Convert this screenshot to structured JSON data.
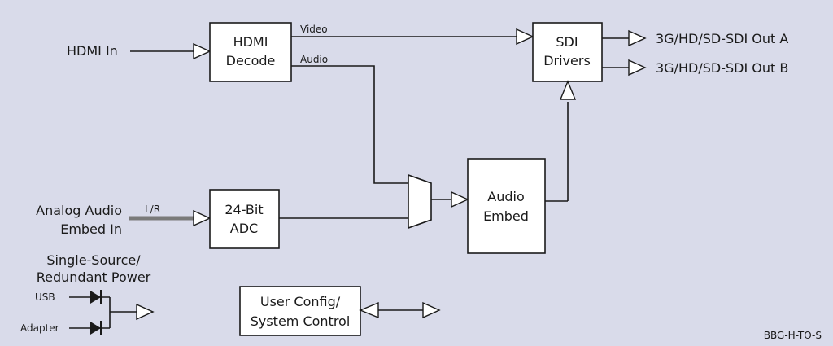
{
  "inputs": {
    "hdmi_in": "HDMI In",
    "analog_line1": "Analog Audio",
    "analog_line2": "Embed In",
    "lr": "L/R"
  },
  "blocks": {
    "hdmi_decode": [
      "HDMI",
      "Decode"
    ],
    "adc": [
      "24-Bit",
      "ADC"
    ],
    "audio_embed": [
      "Audio",
      "Embed"
    ],
    "sdi_drivers": [
      "SDI",
      "Drivers"
    ],
    "user_config": [
      "User Config/",
      "System Control"
    ]
  },
  "signals": {
    "video": "Video",
    "audio": "Audio"
  },
  "outputs": {
    "out_a": "3G/HD/SD-SDI Out A",
    "out_b": "3G/HD/SD-SDI Out B"
  },
  "power": {
    "title_line1": "Single-Source/",
    "title_line2": "Redundant Power",
    "usb": "USB",
    "adapter": "Adapter"
  },
  "model_code": "BBG-H-TO-S",
  "colors": {
    "background": "#d9dbea",
    "stroke": "#1a1a1a",
    "analog_line": "#7a7a7a"
  }
}
